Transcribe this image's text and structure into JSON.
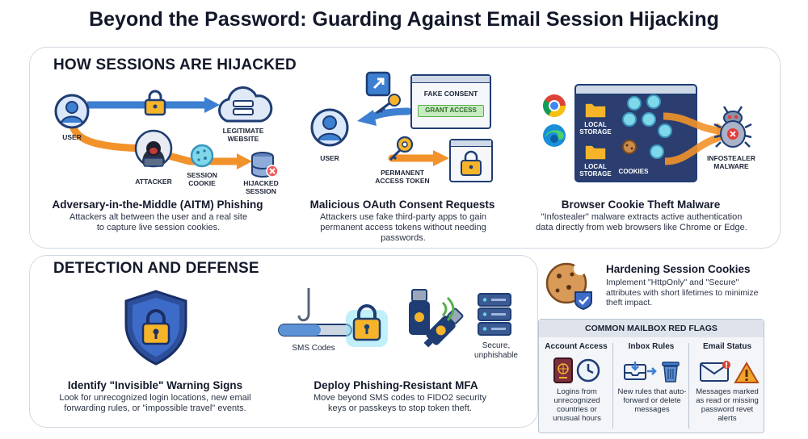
{
  "title": "Beyond the Password: Guarding Against Email Session Hijacking",
  "hijack": {
    "heading": "HOW SESSIONS ARE HIJACKED",
    "aitm": {
      "user_label": "USER",
      "website_label": "LEGITIMATE WEBSITE",
      "attacker_label": "ATTACKER",
      "cookie_label": "SESSION COOKIE",
      "hijacked_label": "HIJACKED SESSION",
      "title": "Adversary-in-the-Middle (AITM) Phishing",
      "desc": "Attackers alt between the user and a real site to capture live session cookies."
    },
    "oauth": {
      "fake_consent_label": "FAKE CONSENT",
      "grant_access_label": "GRANT ACCESS",
      "user_label": "USER",
      "token_label": "PERMANENT ACCESS TOKEN",
      "title": "Malicious OAuth Consent Requests",
      "desc": "Attackers use fake third-party apps to gain permanent access tokens without needing passwords."
    },
    "cookie_theft": {
      "local_storage_label_1": "LOCAL STORAGE",
      "local_storage_label_2": "LOCAL STORAGE",
      "cookies_label": "COOKIES",
      "malware_label": "INFOSTEALER MALWARE",
      "title": "Browser Cookie Theft Malware",
      "desc": "\"Infostealer\" malware extracts active authentication data directly from web browsers like Chrome or Edge."
    }
  },
  "defense": {
    "heading": "DETECTION AND DEFENSE",
    "warning": {
      "title": "Identify \"Invisible\" Warning Signs",
      "desc": "Look for unrecognized login locations, new email forwarding rules, or \"impossible travel\" events."
    },
    "mfa": {
      "sms_label": "SMS Codes",
      "secure_label": "Secure, unphishable",
      "title": "Deploy Phishing-Resistant MFA",
      "desc": "Move beyond SMS codes to FIDO2 security keys or passkeys to stop token theft."
    },
    "hardening": {
      "title": "Hardening Session Cookies",
      "desc": "Implement \"HttpOnly\" and \"Secure\" attributes with short lifetimes to minimize theft impact."
    },
    "red_flags": {
      "heading": "COMMON MAILBOX RED FLAGS",
      "columns": [
        {
          "title": "Account Access",
          "desc": "Logins from unrecognized countries or unusual hours"
        },
        {
          "title": "Inbox Rules",
          "desc": "New rules that auto-forward or delete messages"
        },
        {
          "title": "Email Status",
          "desc": "Messages marked as read or missing password revet alerts"
        }
      ]
    }
  },
  "colors": {
    "navy": "#1f3d73",
    "blue": "#3d7fd0",
    "orange": "#f2922a",
    "gold": "#f5b42a",
    "green": "#56b04a",
    "red": "#d9412f",
    "cyan": "#6ad3e8"
  },
  "icons": [
    "user-icon",
    "padlock-icon",
    "cloud-server-icon",
    "hacker-icon",
    "cookie-icon",
    "database-icon",
    "external-link-icon",
    "key-icon",
    "chrome-icon",
    "edge-icon",
    "folder-icon",
    "bug-icon",
    "shield-icon",
    "fishhook-icon",
    "usb-key-icon",
    "server-icon",
    "passport-icon",
    "clock-icon",
    "inbox-icon",
    "trash-icon",
    "envelope-icon",
    "warning-icon"
  ]
}
